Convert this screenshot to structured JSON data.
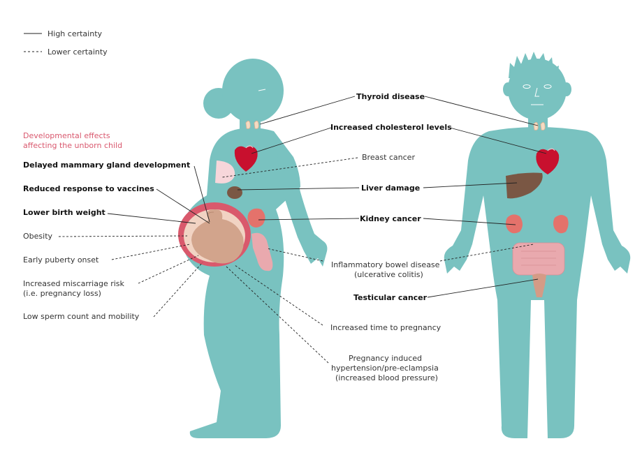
{
  "legend": {
    "solid": "High certainty",
    "dashed": "Lower certainty"
  },
  "developmental_heading": {
    "line1": "Developmental effects",
    "line2": "affecting the unborn child"
  },
  "labels": {
    "thyroid": "Thyroid disease",
    "cholesterol": "Increased cholesterol levels",
    "breast_cancer": "Breast cancer",
    "liver": "Liver damage",
    "kidney": "Kidney cancer",
    "ibd_line1": "Inflammatory bowel disease",
    "ibd_line2": "(ulcerative colitis)",
    "testicular": "Testicular cancer",
    "time_to_pregnancy": "Increased time to pregnancy",
    "pe_line1": "Pregnancy induced",
    "pe_line2": "hypertension/pre-eclampsia",
    "pe_line3": "(increased blood pressure)",
    "mammary": "Delayed mammary gland development",
    "vaccines": "Reduced response to vaccines",
    "birth_weight": "Lower birth weight",
    "obesity": "Obesity",
    "puberty": "Early puberty onset",
    "miscarriage_line1": "Increased miscarriage risk",
    "miscarriage_line2": "(i.e. pregnancy loss)",
    "sperm": "Low sperm count and mobility"
  },
  "colors": {
    "body": "#79c2c0",
    "heading_pink": "#d9586e",
    "heart": "#c8102e",
    "liver": "#7a5744",
    "kidney": "#e4726b",
    "womb": "#d9596c",
    "fetus": "#d2a48c",
    "breast": "#f7d6da",
    "intestine": "#e9a9ae",
    "line": "#222222"
  }
}
